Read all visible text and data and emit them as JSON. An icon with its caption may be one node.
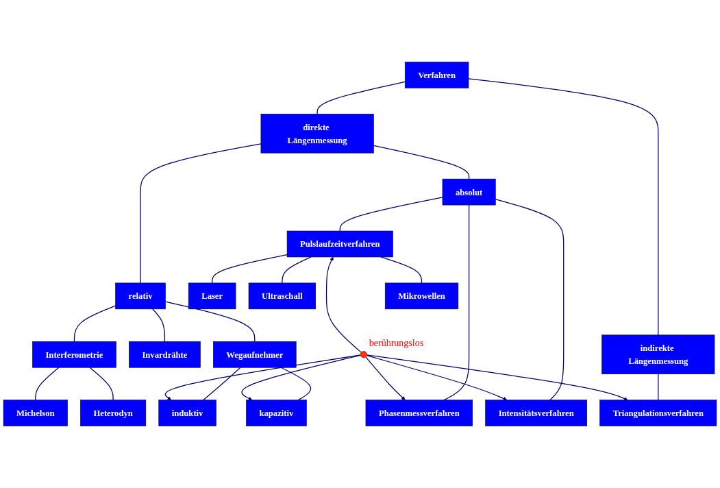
{
  "diagram": {
    "nodes": [
      {
        "text": [
          "Verfahren"
        ]
      },
      {
        "text": [
          "direkte Längenmessung"
        ]
      },
      {
        "text": [
          "indirekte Längenmessung"
        ]
      },
      {
        "text": [
          "relativ"
        ]
      },
      {
        "text": [
          "absolut"
        ]
      },
      {
        "text": [
          "Triangulationsverfahren"
        ]
      },
      {
        "text": [
          "Invardrähte"
        ]
      },
      {
        "text": [
          "Wegaufnehmer"
        ]
      },
      {
        "text": [
          "induktiv"
        ]
      },
      {
        "text": [
          "kapazitiv"
        ]
      },
      {
        "text": [
          "Interferometrie"
        ]
      },
      {
        "text": [
          "Michelson"
        ]
      },
      {
        "text": [
          "Heterodyn"
        ]
      },
      {
        "text": [
          "Phasenmessverfahren"
        ]
      },
      {
        "text": [
          "Intensitätsverfahren"
        ]
      },
      {
        "text": [
          "Pulslaufzeitverfahren"
        ]
      },
      {
        "text": [
          "Laser"
        ]
      },
      {
        "text": [
          "Ultraschall"
        ]
      },
      {
        "text": [
          "Mikrowellen"
        ]
      },
      {
        "text": [],
        "shape": "circle",
        "beside": [
          "berührungslos"
        ]
      }
    ],
    "edges": [
      {
        "from": 0,
        "to": 1,
        "arrow": "none"
      },
      {
        "from": 0,
        "to": 2,
        "arrow": "none"
      },
      {
        "from": 1,
        "to": 3,
        "arrow": "none"
      },
      {
        "from": 1,
        "to": 4,
        "arrow": "none"
      },
      {
        "from": 2,
        "to": 5,
        "arrow": "none"
      },
      {
        "from": 3,
        "to": 6,
        "arrow": "none"
      },
      {
        "from": 3,
        "to": 7,
        "arrow": "none"
      },
      {
        "from": 7,
        "to": 8,
        "arrow": "none"
      },
      {
        "from": 7,
        "to": 9,
        "arrow": "none"
      },
      {
        "from": 3,
        "to": 10,
        "arrow": "none"
      },
      {
        "from": 10,
        "to": 11,
        "arrow": "none"
      },
      {
        "from": 10,
        "to": 12,
        "arrow": "none"
      },
      {
        "from": 4,
        "to": 13,
        "arrow": "none"
      },
      {
        "from": 4,
        "to": 14,
        "arrow": "none"
      },
      {
        "from": 4,
        "to": 15,
        "arrow": "none"
      },
      {
        "from": 15,
        "to": 16,
        "arrow": "none"
      },
      {
        "from": 15,
        "to": 17,
        "arrow": "none"
      },
      {
        "from": 15,
        "to": 18,
        "arrow": "none"
      },
      {
        "from": 19,
        "to": 5,
        "arrow": "to"
      },
      {
        "from": 19,
        "to": 13,
        "arrow": "to"
      },
      {
        "from": 19,
        "to": 14,
        "arrow": "to"
      },
      {
        "from": 19,
        "to": 15,
        "arrow": "to"
      },
      {
        "from": 19,
        "to": 8,
        "arrow": "to"
      },
      {
        "from": 19,
        "to": 9,
        "arrow": "to"
      }
    ]
  }
}
